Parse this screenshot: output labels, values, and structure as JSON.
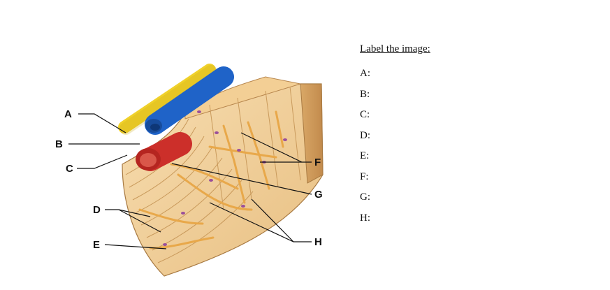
{
  "figure": {
    "labels": {
      "a": "A",
      "b": "B",
      "c": "C",
      "d": "D",
      "e": "E",
      "f": "F",
      "g": "G",
      "h": "H"
    }
  },
  "panel": {
    "title": "Label the image:",
    "items": [
      "A:",
      "B:",
      "C:",
      "D:",
      "E:",
      "F:",
      "G:",
      "H:"
    ]
  },
  "colors": {
    "bone": "#f1d3a0",
    "bone_dark": "#b8874e",
    "canal": "#e8a84a",
    "artery": "#cc2f2a",
    "vein": "#1f63c8",
    "nerve": "#f0d12a",
    "osteocyte": "#9a4f9a"
  }
}
